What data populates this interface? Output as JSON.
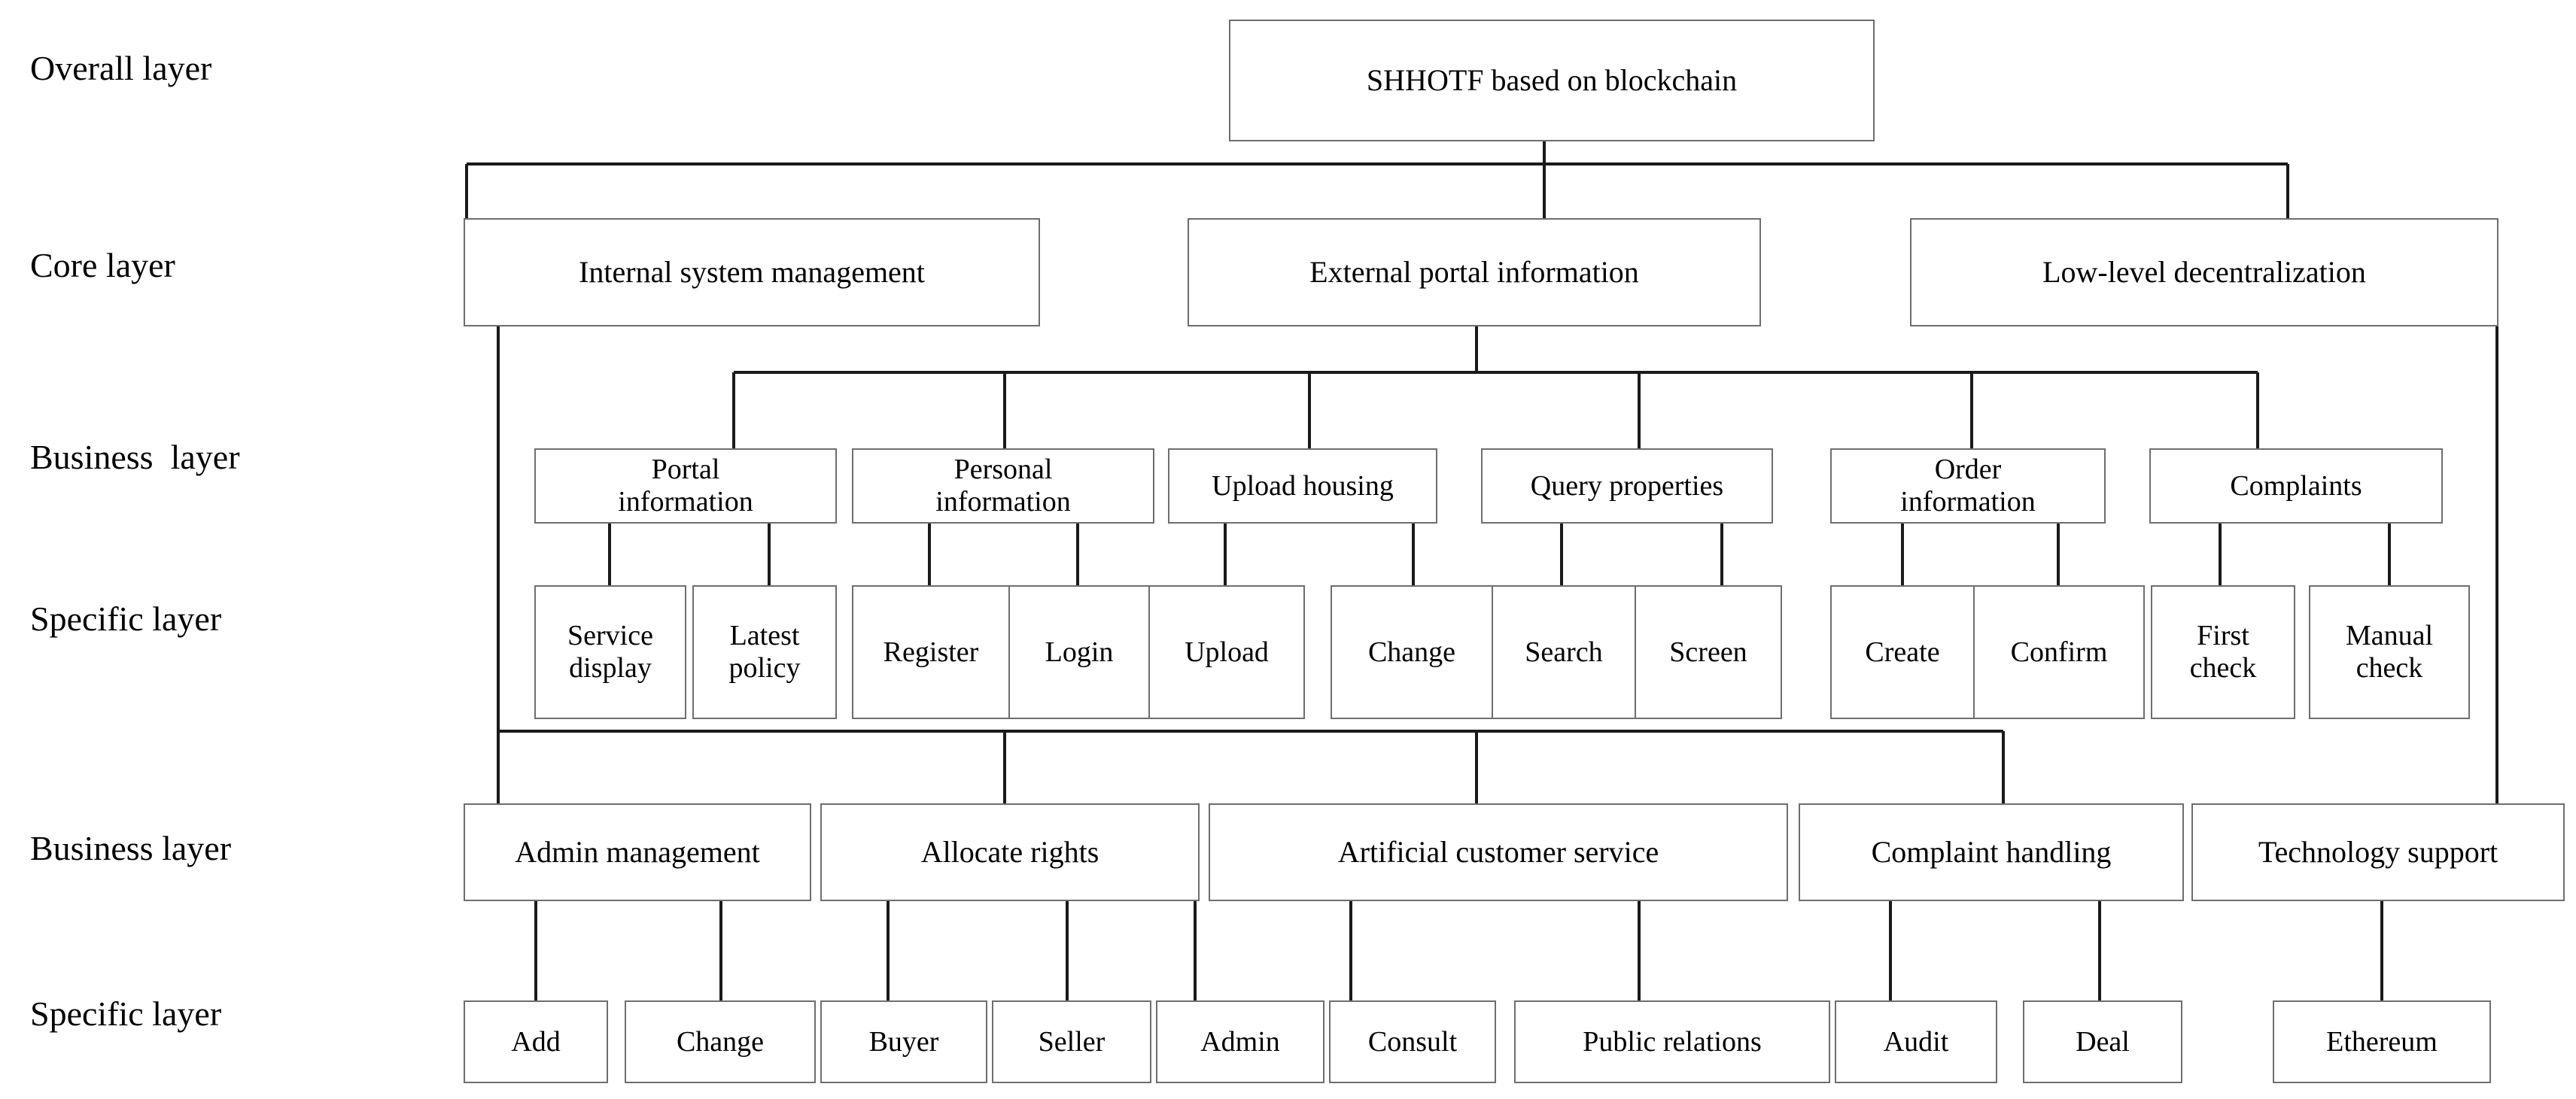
{
  "diagram": {
    "title_box": "SHHOTF based on blockchain",
    "layer_labels": {
      "overall": "Overall layer",
      "core": "Core layer",
      "business_1": "Business  layer",
      "specific_1": "Specific layer",
      "business_2": "Business layer",
      "specific_2": "Specific layer"
    },
    "core_layer": [
      {
        "label": "Internal system management"
      },
      {
        "label": "External portal information"
      },
      {
        "label": "Low-level decentralization"
      }
    ],
    "business_layer_1": [
      {
        "label": "Portal\ninformation"
      },
      {
        "label": "Personal\ninformation"
      },
      {
        "label": "Upload housing"
      },
      {
        "label": "Query properties"
      },
      {
        "label": "Order\ninformation"
      },
      {
        "label": "Complaints"
      }
    ],
    "specific_layer_1": [
      {
        "label": "Service\ndisplay"
      },
      {
        "label": "Latest\npolicy"
      },
      {
        "label": "Register"
      },
      {
        "label": "Login"
      },
      {
        "label": "Upload"
      },
      {
        "label": "Change"
      },
      {
        "label": "Search"
      },
      {
        "label": "Screen"
      },
      {
        "label": "Create"
      },
      {
        "label": "Confirm"
      },
      {
        "label": "First\ncheck"
      },
      {
        "label": "Manual\ncheck"
      }
    ],
    "business_layer_2": [
      {
        "label": "Admin management"
      },
      {
        "label": "Allocate rights"
      },
      {
        "label": "Artificial customer service"
      },
      {
        "label": "Complaint handling"
      },
      {
        "label": "Technology support"
      }
    ],
    "specific_layer_2": [
      {
        "label": "Add"
      },
      {
        "label": "Change"
      },
      {
        "label": "Buyer"
      },
      {
        "label": "Seller"
      },
      {
        "label": "Admin"
      },
      {
        "label": "Consult"
      },
      {
        "label": "Public relations"
      },
      {
        "label": "Audit"
      },
      {
        "label": "Deal"
      },
      {
        "label": "Ethereum"
      }
    ],
    "colors": {
      "box_border": "#6e6e6e",
      "connector": "#1a1a1a",
      "text": "#000000",
      "background": "#ffffff"
    }
  }
}
